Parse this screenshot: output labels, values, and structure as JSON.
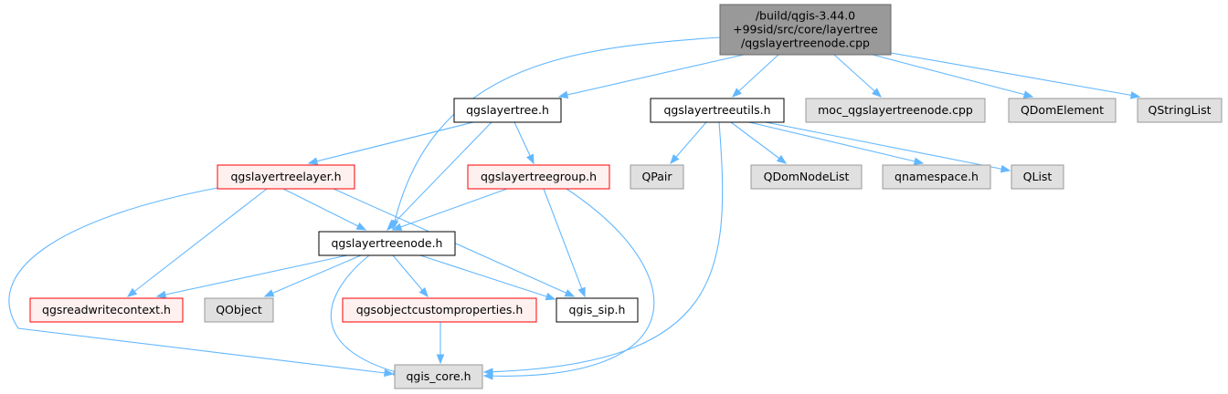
{
  "nodes": [
    {
      "id": "root",
      "kind": "root",
      "lines": [
        "/build/qgis-3.44.0",
        "+99sid/src/core/layertree",
        "/qgslayertreenode.cpp"
      ]
    },
    {
      "id": "qgslayertree_h",
      "kind": "file",
      "lines": [
        "qgslayertree.h"
      ]
    },
    {
      "id": "qgslayertreeutils_h",
      "kind": "file",
      "lines": [
        "qgslayertreeutils.h"
      ]
    },
    {
      "id": "moc_cpp",
      "kind": "ext",
      "lines": [
        "moc_qgslayertreenode.cpp"
      ]
    },
    {
      "id": "qdomelement",
      "kind": "ext",
      "lines": [
        "QDomElement"
      ]
    },
    {
      "id": "qstringlist",
      "kind": "ext",
      "lines": [
        "QStringList"
      ]
    },
    {
      "id": "qgslayertreelayer_h",
      "kind": "red",
      "lines": [
        "qgslayertreelayer.h"
      ]
    },
    {
      "id": "qgslayertreegroup_h",
      "kind": "red",
      "lines": [
        "qgslayertreegroup.h"
      ]
    },
    {
      "id": "qpair",
      "kind": "ext",
      "lines": [
        "QPair"
      ]
    },
    {
      "id": "qdomnodelist",
      "kind": "ext",
      "lines": [
        "QDomNodeList"
      ]
    },
    {
      "id": "qnamespace_h",
      "kind": "ext",
      "lines": [
        "qnamespace.h"
      ]
    },
    {
      "id": "qlist",
      "kind": "ext",
      "lines": [
        "QList"
      ]
    },
    {
      "id": "qgslayertreenode_h",
      "kind": "file",
      "lines": [
        "qgslayertreenode.h"
      ]
    },
    {
      "id": "qgsreadwritecontext_h",
      "kind": "red",
      "lines": [
        "qgsreadwritecontext.h"
      ]
    },
    {
      "id": "qobject",
      "kind": "ext",
      "lines": [
        "QObject"
      ]
    },
    {
      "id": "qgsobjectcustomproperties_h",
      "kind": "red",
      "lines": [
        "qgsobjectcustomproperties.h"
      ]
    },
    {
      "id": "qgis_sip_h",
      "kind": "file",
      "lines": [
        "qgis_sip.h"
      ]
    },
    {
      "id": "qgis_core_h",
      "kind": "ext",
      "lines": [
        "qgis_core.h"
      ]
    }
  ],
  "edges": [
    [
      "root",
      "qgslayertree_h"
    ],
    [
      "root",
      "qgslayertreeutils_h"
    ],
    [
      "root",
      "moc_cpp"
    ],
    [
      "root",
      "qdomelement"
    ],
    [
      "root",
      "qstringlist"
    ],
    [
      "root",
      "qgslayertreenode_h"
    ],
    [
      "qgslayertree_h",
      "qgslayertreelayer_h"
    ],
    [
      "qgslayertree_h",
      "qgslayertreegroup_h"
    ],
    [
      "qgslayertree_h",
      "qgslayertreenode_h"
    ],
    [
      "qgslayertreeutils_h",
      "qpair"
    ],
    [
      "qgslayertreeutils_h",
      "qdomnodelist"
    ],
    [
      "qgslayertreeutils_h",
      "qnamespace_h"
    ],
    [
      "qgslayertreeutils_h",
      "qlist"
    ],
    [
      "qgslayertreeutils_h",
      "qgis_core_h"
    ],
    [
      "qgslayertreelayer_h",
      "qgslayertreenode_h"
    ],
    [
      "qgslayertreelayer_h",
      "qgsreadwritecontext_h"
    ],
    [
      "qgslayertreelayer_h",
      "qgis_sip_h"
    ],
    [
      "qgslayertreelayer_h",
      "qgis_core_h"
    ],
    [
      "qgslayertreegroup_h",
      "qgslayertreenode_h"
    ],
    [
      "qgslayertreegroup_h",
      "qgis_sip_h"
    ],
    [
      "qgslayertreegroup_h",
      "qgis_core_h"
    ],
    [
      "qgslayertreenode_h",
      "qgsreadwritecontext_h"
    ],
    [
      "qgslayertreenode_h",
      "qobject"
    ],
    [
      "qgslayertreenode_h",
      "qgsobjectcustomproperties_h"
    ],
    [
      "qgslayertreenode_h",
      "qgis_sip_h"
    ],
    [
      "qgslayertreenode_h",
      "qgis_core_h"
    ],
    [
      "qgsobjectcustomproperties_h",
      "qgis_core_h"
    ]
  ],
  "colors": {
    "edge": "#63b8ff",
    "root_fill": "#999999",
    "red_border": "#ff0000",
    "ext_fill": "#e0e0e0"
  }
}
